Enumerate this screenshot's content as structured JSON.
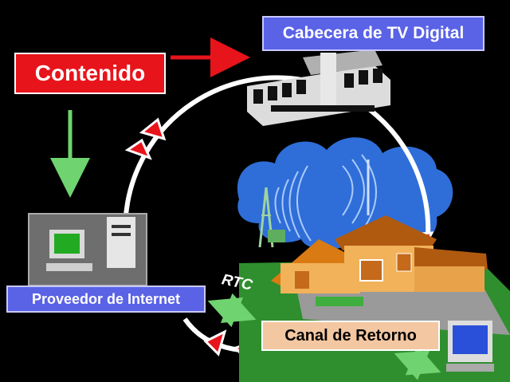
{
  "labels": {
    "contenido": "Contenido",
    "cabecera": "Cabecera de TV Digital",
    "proveedor": "Proveedor de Internet",
    "canal": "Canal de Retorno",
    "rtc": "RTC"
  },
  "colors": {
    "background": "#000000",
    "contenido_box": "#e8141b",
    "blue_box": "#5a62e6",
    "canal_box": "#f3c7a2",
    "loop": "#ffffff",
    "arrow_red": "#e8141b",
    "arrow_green": "#6fd36f",
    "cloud": "#2f6ed8"
  }
}
